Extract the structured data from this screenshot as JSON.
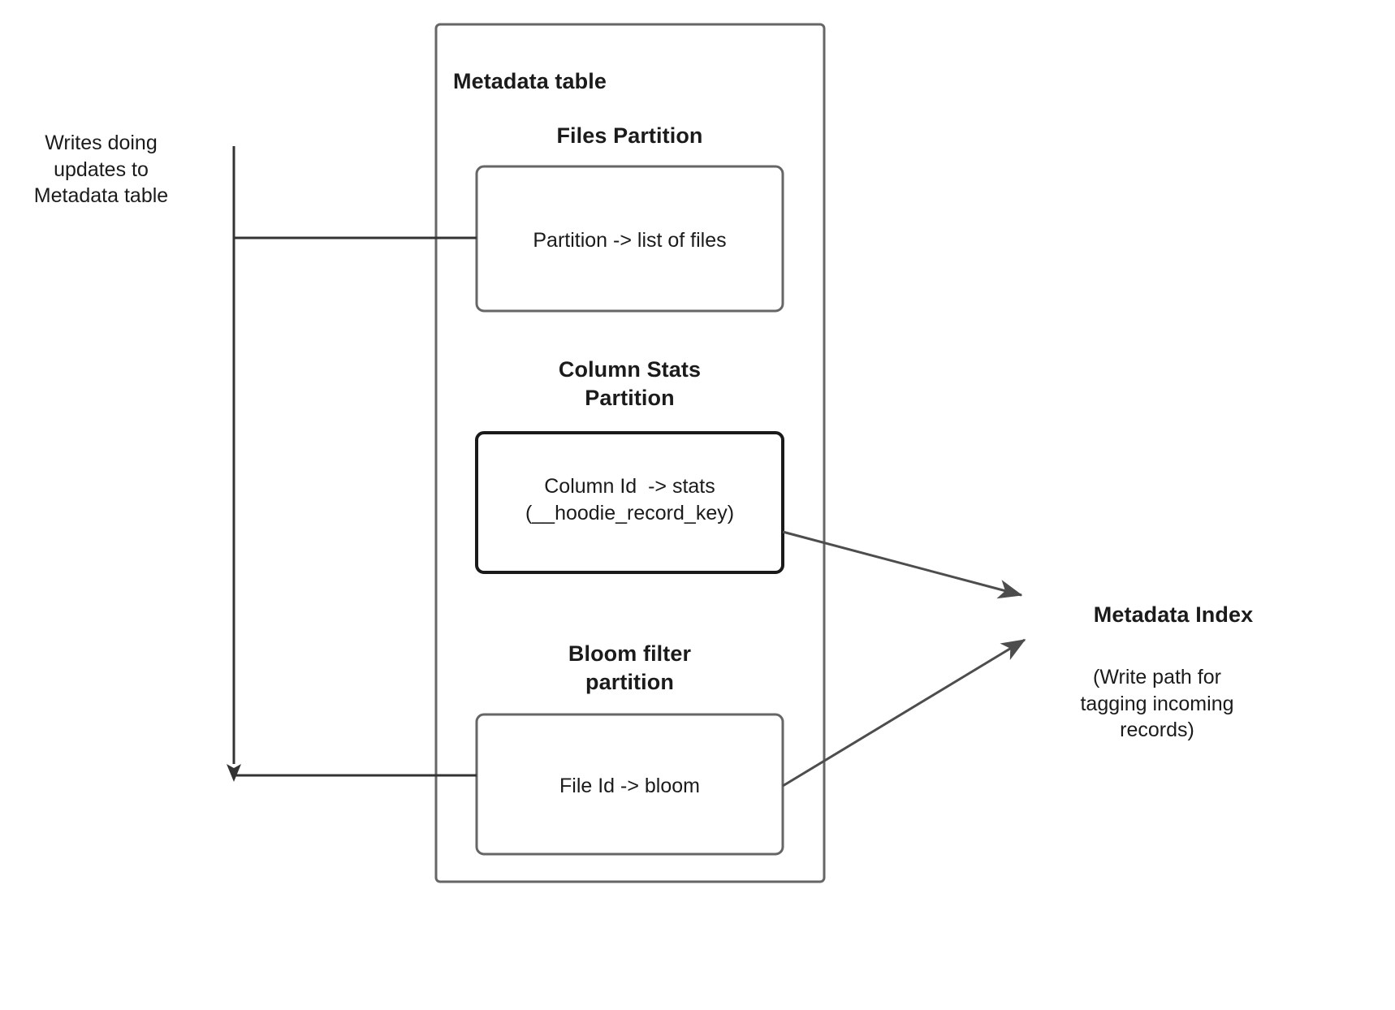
{
  "diagram": {
    "title_hidden": "Hudi Metadata Table write path",
    "colors": {
      "stroke_gray": "#666666",
      "stroke_dark": "#1a1a1a",
      "arrow_gray": "#4d4d4d",
      "text": "#1b1b1b",
      "background": "#ffffff"
    },
    "left_note": {
      "label": "Writes doing\nupdates to\nMetadata table"
    },
    "container": {
      "title": "Metadata table"
    },
    "partitions": [
      {
        "heading": "Files Partition",
        "box_label": "Partition -> list of files",
        "emphasis": false
      },
      {
        "heading": "Column Stats\nPartition",
        "box_label": "Column Id  -> stats\n(__hoodie_record_key)",
        "emphasis": true
      },
      {
        "heading": "Bloom filter\npartition",
        "box_label": "File Id -> bloom",
        "emphasis": false
      }
    ],
    "index": {
      "title": "Metadata Index",
      "subtitle": "(Write path for\ntagging incoming\nrecords)"
    },
    "connectors": [
      {
        "name": "writes-to-files-partition",
        "kind": "elbow-line"
      },
      {
        "name": "writes-to-bloom-partition",
        "kind": "elbow-arrow"
      },
      {
        "name": "column-stats-to-metadata-index",
        "kind": "arrow"
      },
      {
        "name": "bloom-to-metadata-index",
        "kind": "arrow"
      }
    ]
  }
}
